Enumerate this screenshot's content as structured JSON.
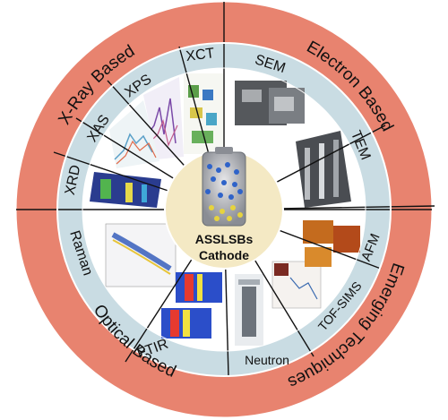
{
  "center": {
    "line1": "ASSLSBs",
    "line2": "Cathode"
  },
  "categories": [
    {
      "id": "xray",
      "label": "X-Ray Based"
    },
    {
      "id": "electron",
      "label": "Electron Based"
    },
    {
      "id": "emerging",
      "label": "Emerging Techniques"
    },
    {
      "id": "optical",
      "label": "Optical Based"
    }
  ],
  "techniques": [
    {
      "id": "xct",
      "label": "XCT"
    },
    {
      "id": "sem",
      "label": "SEM"
    },
    {
      "id": "tem",
      "label": "TEM"
    },
    {
      "id": "afm",
      "label": "AFM"
    },
    {
      "id": "tofsims",
      "label": "TOF-SIMS"
    },
    {
      "id": "neutron",
      "label": "Neutron"
    },
    {
      "id": "ftir",
      "label": "FTIR"
    },
    {
      "id": "raman",
      "label": "Raman"
    },
    {
      "id": "xrd",
      "label": "XRD"
    },
    {
      "id": "xas",
      "label": "XAS"
    },
    {
      "id": "xps",
      "label": "XPS"
    }
  ],
  "colors": {
    "outer_ring": "#e8836f",
    "middle_ring": "#c9dce3",
    "inner_disc": "#ffffff",
    "center_disc": "#f4e9c4",
    "divider": "#111111"
  }
}
